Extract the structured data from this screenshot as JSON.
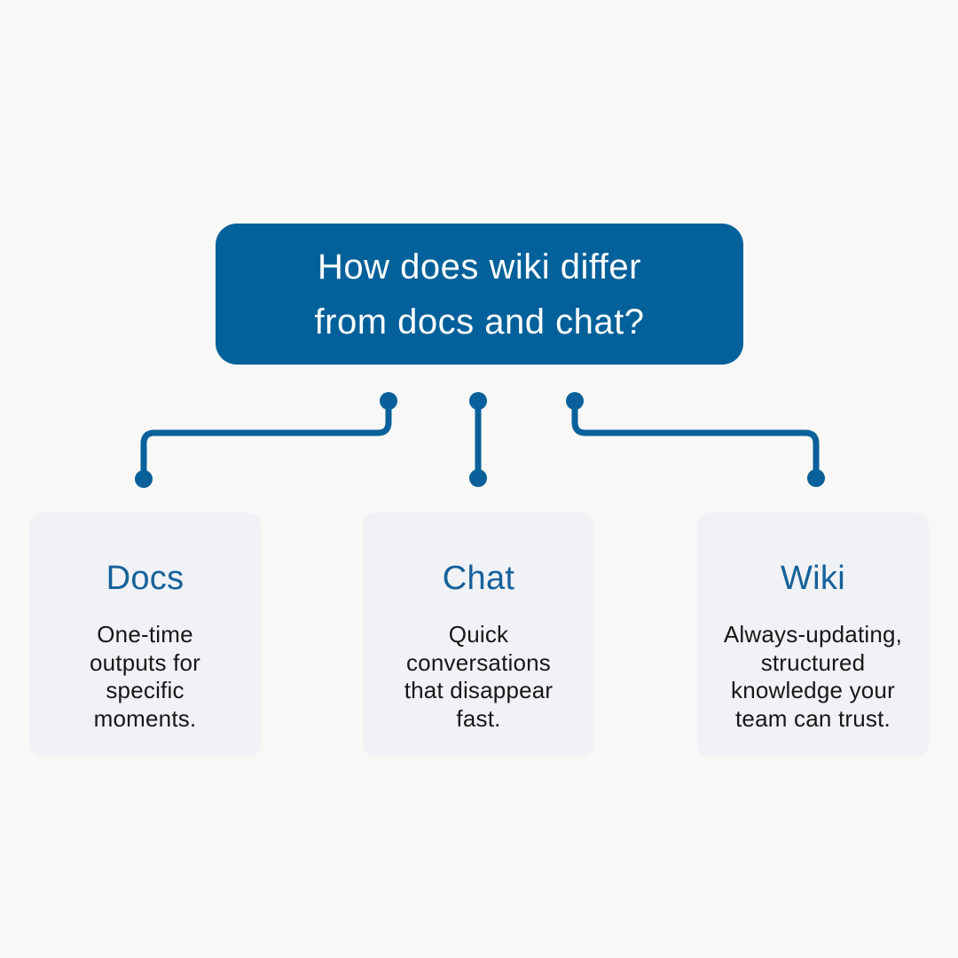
{
  "header": {
    "text": "How does wiki differ\nfrom docs and chat?"
  },
  "cards": [
    {
      "title": "Docs",
      "body": "One-time\noutputs for\nspecific\nmoments."
    },
    {
      "title": "Chat",
      "body": "Quick\nconversations\nthat disappear\nfast."
    },
    {
      "title": "Wiki",
      "body": "Always-updating,\nstructured\nknowledge your\nteam can trust."
    }
  ],
  "colors": {
    "page_background": "#F8F8F6",
    "header_background": "#02609A",
    "header_text": "#FFFFFF",
    "connector": "#09609A",
    "card_background": "#F0F2F5",
    "card_title": "#15619B",
    "card_body_text": "#171717"
  }
}
